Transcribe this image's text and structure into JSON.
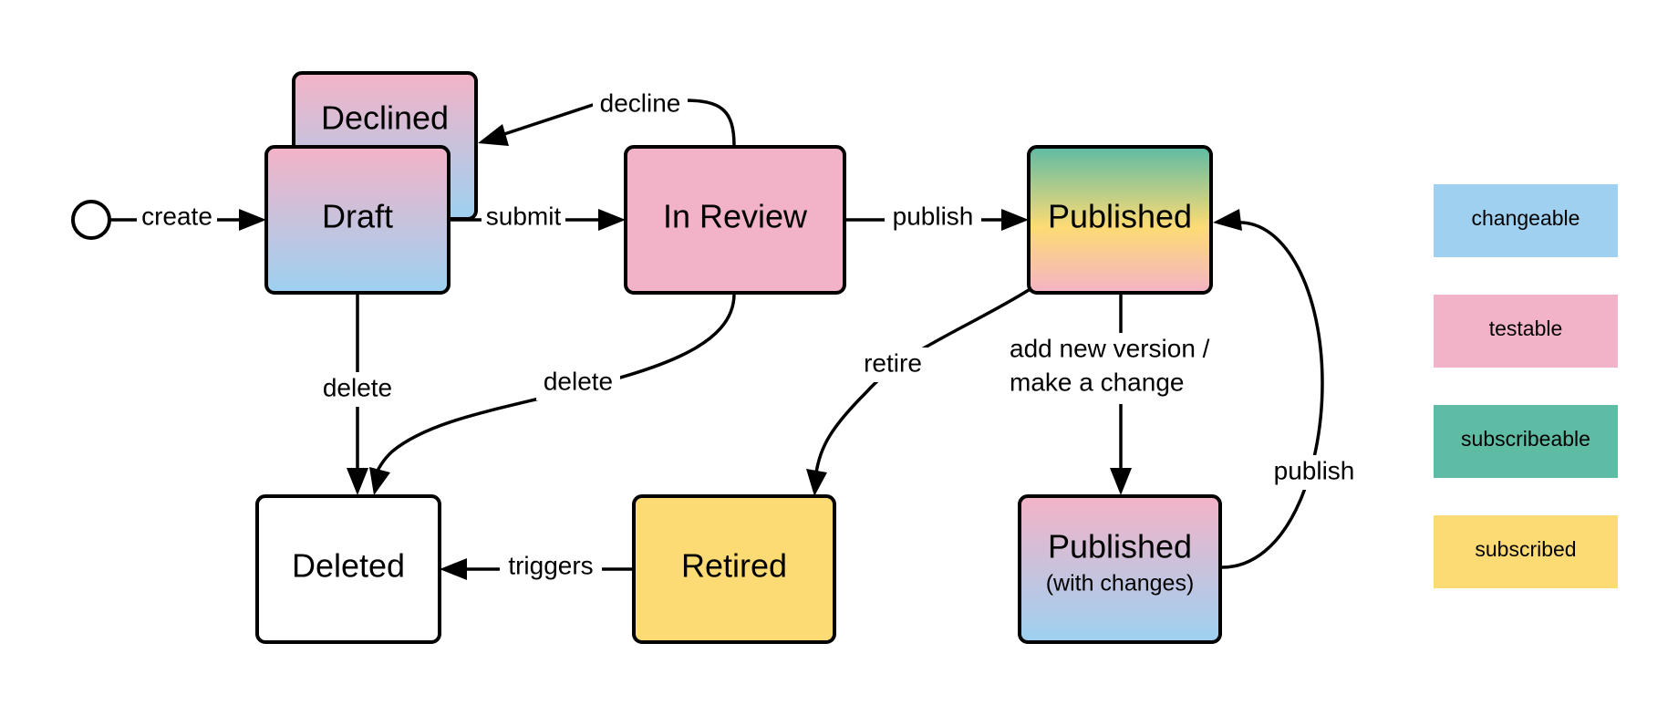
{
  "colors": {
    "changeable": "#9fd0f0",
    "testable": "#f2b2c8",
    "subscribeable": "#5ebba4",
    "subscribed": "#fddb74",
    "plain": "#ffffff"
  },
  "nodes": {
    "declined": {
      "label": "Declined",
      "fill": "gradient-pink-blue"
    },
    "draft": {
      "label": "Draft",
      "fill": "gradient-pink-blue"
    },
    "in_review": {
      "label": "In Review",
      "fill": "testable"
    },
    "published": {
      "label": "Published",
      "fill": "gradient-green-yellow-pink"
    },
    "deleted": {
      "label": "Deleted",
      "fill": "plain"
    },
    "retired": {
      "label": "Retired",
      "fill": "subscribed"
    },
    "published_changes": {
      "label": "Published",
      "sublabel": "(with changes)",
      "fill": "gradient-pink-blue"
    }
  },
  "edges": {
    "create": "create",
    "submit": "submit",
    "decline": "decline",
    "publish_review": "publish",
    "delete_draft": "delete",
    "delete_review": "delete",
    "retire": "retire",
    "add_version_line1": "add new version /",
    "add_version_line2": "make a change",
    "publish_changes": "publish",
    "triggers": "triggers"
  },
  "legend": [
    {
      "label": "changeable",
      "color": "#9fd0f0"
    },
    {
      "label": "testable",
      "color": "#f2b2c8"
    },
    {
      "label": "subscribeable",
      "color": "#5ebba4"
    },
    {
      "label": "subscribed",
      "color": "#fddb74"
    }
  ]
}
